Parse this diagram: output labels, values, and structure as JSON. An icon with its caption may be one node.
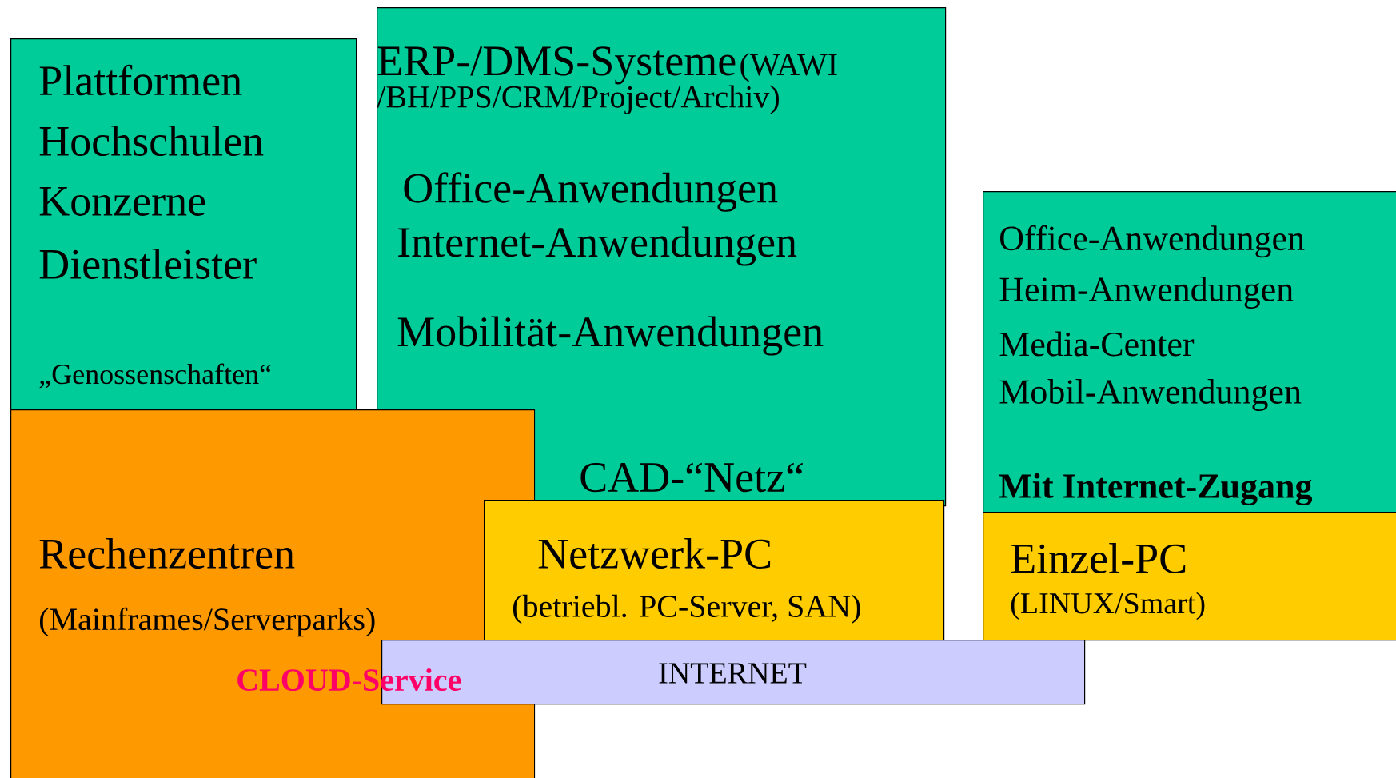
{
  "diagram": {
    "nodes": [
      {
        "text": [
          "Plattformen",
          "Hochschulen",
          "Konzerne",
          "Dienstleister",
          "„Genossenschaften“"
        ]
      },
      {
        "text": [
          "ERP-/DMS-Systeme",
          "(WAWI /BH/PPS/CRM/Project/Archiv)",
          "Office-Anwendungen",
          "Internet-Anwendungen",
          "Mobilität-Anwendungen",
          "CAD-“Netz“"
        ]
      },
      {
        "text": [
          "Office-Anwendungen",
          "Heim-Anwendungen",
          "Media-Center",
          "Mobil-Anwendungen",
          "Mit Internet-Zugang"
        ]
      },
      {
        "text": [
          "Rechenzentren",
          "(Mainframes/Serverparks)"
        ]
      },
      {
        "text": [
          "Netzwerk-PC",
          "(betriebl. PC-Server, SAN)"
        ]
      },
      {
        "text": [
          "Einzel-PC",
          "(LINUX/Smart)"
        ]
      },
      {
        "text": [
          "INTERNET"
        ]
      }
    ],
    "labels": [
      "CLOUD-Service"
    ]
  }
}
